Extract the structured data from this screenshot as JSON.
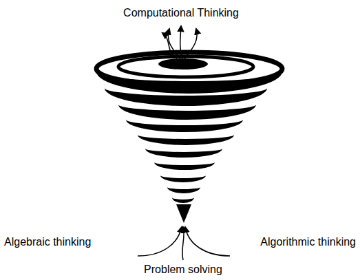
{
  "diagram": {
    "labels": [
      "Computational Thinking",
      "Algebraic thinking",
      "Algorithmic thinking",
      "Problem solving"
    ]
  }
}
